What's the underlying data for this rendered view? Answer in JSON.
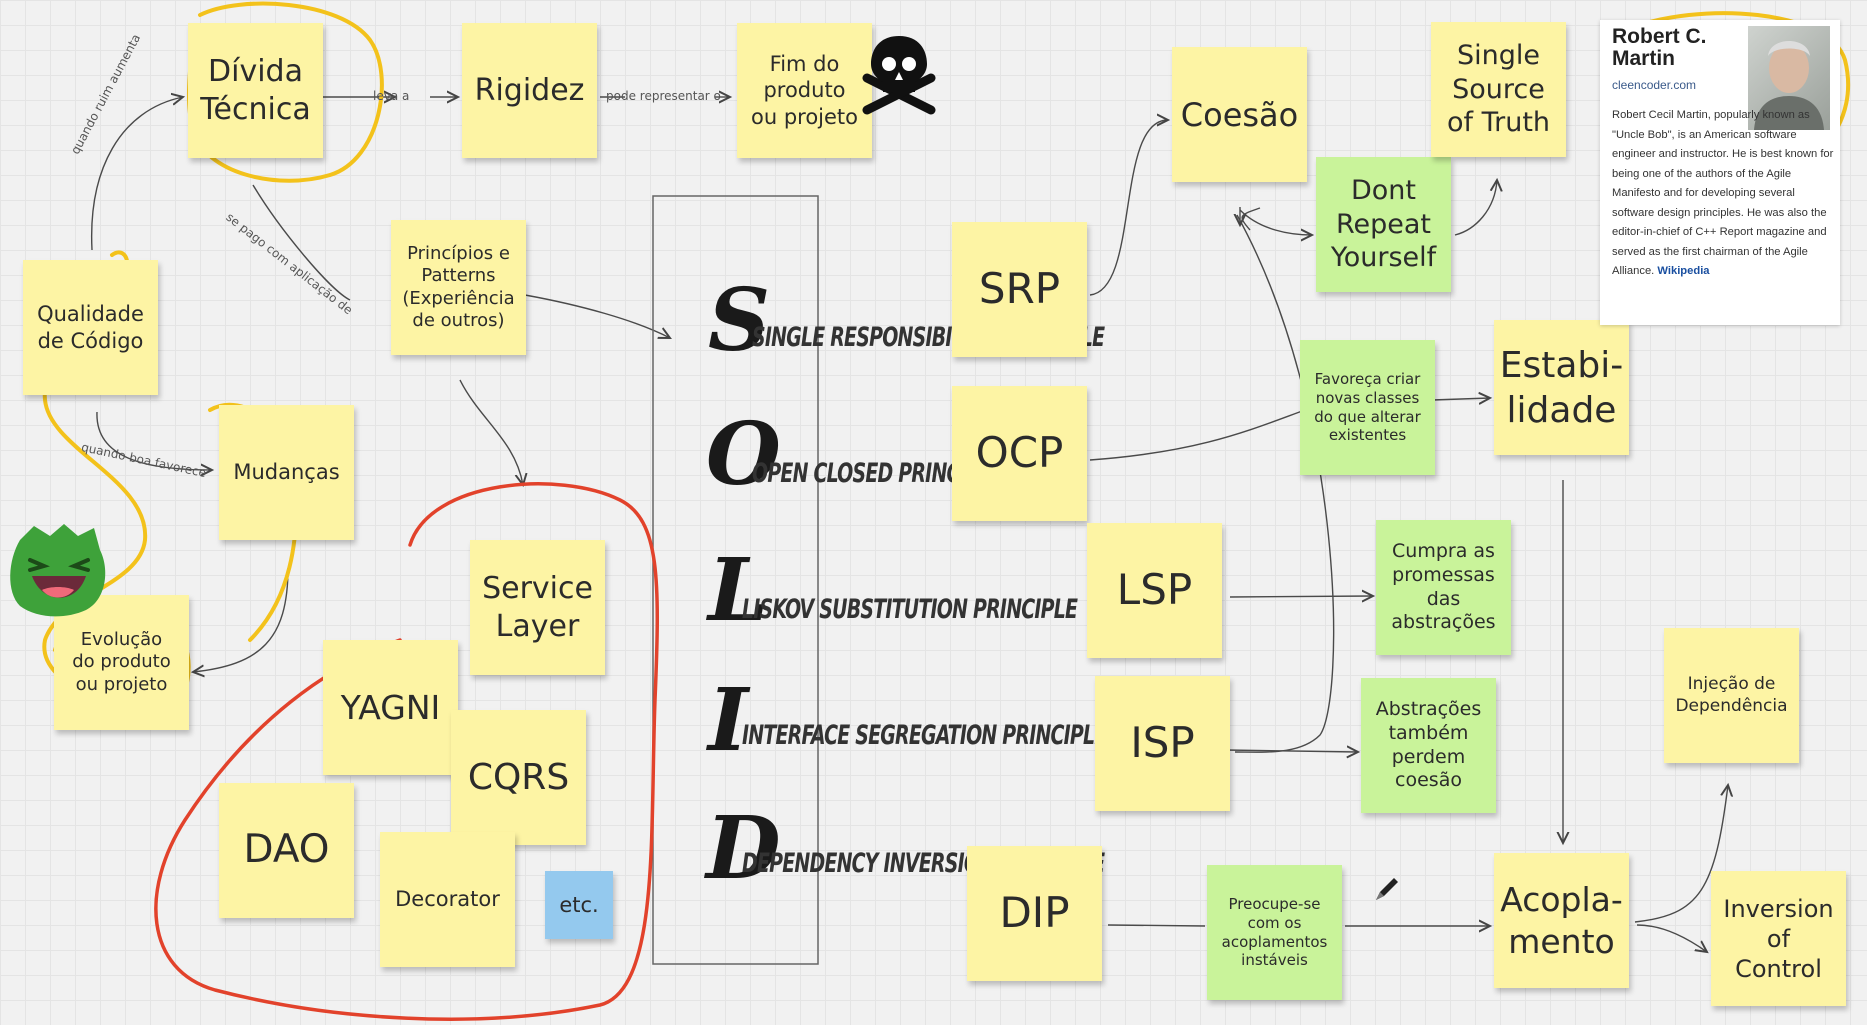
{
  "colors": {
    "sticky_yellow": "#fdf4a4",
    "sticky_green": "#c9f39a",
    "sticky_blue": "#94c9ee",
    "highlighter_yellow": "#f3c21b",
    "marker_red": "#e2422b"
  },
  "notes": {
    "divida": "Dívida\nTécnica",
    "rigidez": "Rigidez",
    "fim": "Fim do\nproduto\nou projeto",
    "qualidade": "Qualidade\nde Código",
    "principios": "Princípios e\nPatterns\n(Experiência\nde outros)",
    "mudancas": "Mudanças",
    "evolucao": "Evolução\ndo produto\nou projeto",
    "service": "Service\nLayer",
    "yagni": "YAGNI",
    "cqrs": "CQRS",
    "dao": "DAO",
    "decorator": "Decorator",
    "etc": "etc.",
    "srp": "SRP",
    "ocp": "OCP",
    "lsp": "LSP",
    "isp": "ISP",
    "dip": "DIP",
    "coesao": "Coesão",
    "dry": "Dont\nRepeat\nYourself",
    "ssot": "Single\nSource\nof Truth",
    "favoreca": "Favoreça criar\nnovas classes\ndo que alterar\nexistentes",
    "estabilidade": "Estabi-\nlidade",
    "cumpra": "Cumpra as\npromessas\ndas\nabstrações",
    "abstracoes": "Abstrações\ntambém\nperdem\ncoesão",
    "injecao": "Injeção de\nDependência",
    "preocupe": "Preocupe-se\ncom os\nacoplamentos\ninstáveis",
    "acoplamento": "Acopla-\nmento",
    "ioc": "Inversion\nof\nControl"
  },
  "connector_labels": {
    "leva": "leva a",
    "pode": "pode representar o",
    "ruim": "quando ruim aumenta",
    "pago": "se pago com aplicação de",
    "boa": "quando boa favorece"
  },
  "solid": {
    "letters": [
      "S",
      "O",
      "L",
      "I",
      "D"
    ],
    "principles": [
      "SINGLE RESPONSIBILITY PRINCIPLE",
      "OPEN CLOSED PRINCIPLE",
      "LISKOV SUBSTITUTION PRINCIPLE",
      "INTERFACE SEGREGATION PRINCIPLE",
      "DEPENDENCY INVERSION PRINCIPLE"
    ]
  },
  "wiki": {
    "name": "Robert C. Martin",
    "site": "cleencoder.com",
    "bio": "Robert Cecil Martin, popularly known as \"Uncle Bob\", is an American software engineer and instructor. He is best known for being one of the authors of the Agile Manifesto and for developing several software design principles. He was also the editor-in-chief of C++ Report magazine and served as the first chairman of the Agile Alliance.",
    "link": "Wikipedia"
  },
  "icons": {
    "skull": "skull-crossbones-icon",
    "mascot": "green-monster-icon",
    "pencil": "pencil-icon"
  }
}
